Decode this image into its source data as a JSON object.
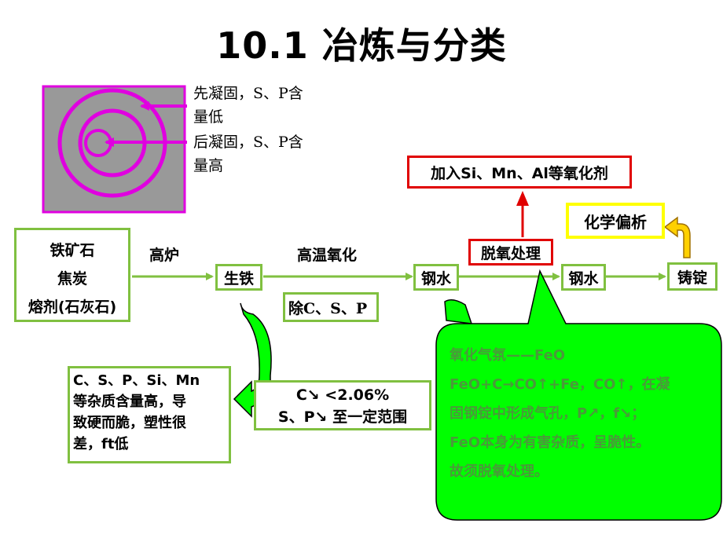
{
  "title": "10.1  冶炼与分类",
  "ingot_diagram": {
    "note_first": [
      "先凝固，S、P含",
      "量低"
    ],
    "note_later": [
      "后凝固，S、P含",
      "量高"
    ]
  },
  "flow": {
    "raw_materials": [
      "铁矿石",
      "焦炭",
      "熔剂(石灰石)"
    ],
    "step1_label": "高炉",
    "pig_iron": "生铁",
    "step2_label": "高温氧化",
    "steel_water_1": "钢水",
    "deoxidize": "脱氧处理",
    "steel_water_2": "钢水",
    "ingot": "铸锭",
    "deoxidizer_agents": "加入Si、Mn、Al等氧化剂",
    "segregation": "化学偏析",
    "remove_impurities": "除C、S、P"
  },
  "pig_iron_note": [
    "C、S、P、Si、Mn",
    "等杂质含量高，导",
    "致硬而脆，塑性很",
    "差，ft低"
  ],
  "oxidation_result": [
    "C↘ <2.06%",
    "S、P↘ 至一定范围"
  ],
  "callout": {
    "lines": [
      "氧化气氛——FeO",
      "FeO+C→CO↑+Fe，CO↑，在凝",
      "固钢锭中形成气孔，P↗，f↘；",
      "FeO本身为有害杂质，呈脆性。",
      "故须脱氧处理。"
    ]
  },
  "colors": {
    "green_border": "#80c040",
    "red_border": "#e00000",
    "callout_fill": "#00ff00",
    "callout_text": "#4a9a3a",
    "ingot_fill": "#999999",
    "ingot_border": "#e000e0",
    "yellow": "#ffff00",
    "curved_arrow": "#f0b800"
  }
}
